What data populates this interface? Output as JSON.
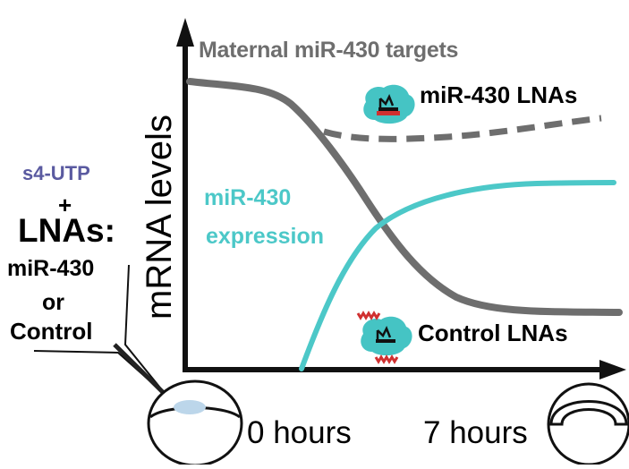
{
  "diagram": {
    "title": "Maternal miR-430 targets",
    "y_axis_label": "mRNA levels",
    "mir430_expression_line1": "miR-430",
    "mir430_expression_line2": "expression",
    "label_mir430_lnas": "miR-430 LNAs",
    "label_control_lnas": "Control LNAs",
    "injection": {
      "s4utp": "s4-UTP",
      "plus": "+",
      "lnas_heading": "LNAs:",
      "mir430": "miR-430",
      "or": "or",
      "control": "Control"
    },
    "time_start": "0 hours",
    "time_end": "7 hours"
  },
  "colors": {
    "maternal_targets": "#6e6e6e",
    "mir430_expression": "#4cc8c8",
    "s4utp": "#5a5aa0",
    "axis": "#111111",
    "lna_blob": "#45c4c4",
    "lna_red": "#d03030"
  },
  "icons": [
    "lna-complex-icon",
    "free-lna-icon",
    "embryo-0h-icon",
    "embryo-7h-icon",
    "injection-needle-icon"
  ]
}
